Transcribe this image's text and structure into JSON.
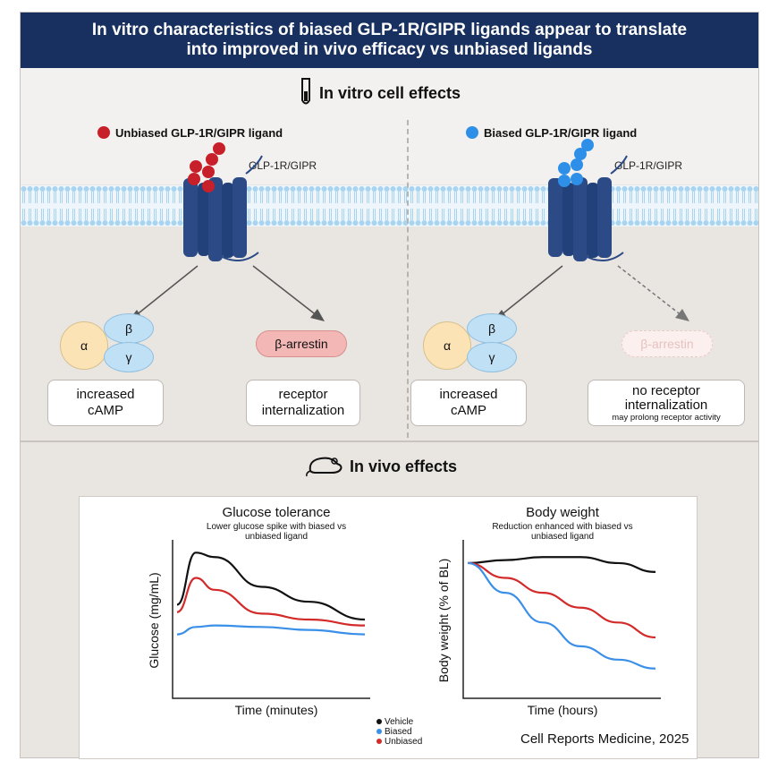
{
  "banner": {
    "line1": "In vitro characteristics of biased GLP-1R/GIPR ligands appear to translate",
    "line2": "into improved in vivo efficacy vs unbiased ligands"
  },
  "in_vitro": {
    "title": "In vitro cell effects",
    "left": {
      "ligand_label": "Unbiased GLP-1R/GIPR ligand",
      "ligand_color": "#c8202a",
      "receptor_label": "GLP-1R/GIPR",
      "alpha": "α",
      "beta": "β",
      "gamma": "γ",
      "arrestin_label": "β-arrestin",
      "camp_line1": "increased",
      "camp_line2": "cAMP",
      "effect_line1": "receptor",
      "effect_line2": "internalization"
    },
    "right": {
      "ligand_label": "Biased GLP-1R/GIPR ligand",
      "ligand_color": "#2e8fe8",
      "receptor_label": "GLP-1R/GIPR",
      "alpha": "α",
      "beta": "β",
      "gamma": "γ",
      "arrestin_label": "β-arrestin",
      "camp_line1": "increased",
      "camp_line2": "cAMP",
      "effect_line1": "no receptor",
      "effect_line2": "internalization",
      "effect_note": "may prolong receptor activity"
    }
  },
  "in_vivo": {
    "title": "In vivo effects"
  },
  "colors": {
    "banner": "#17305f",
    "receptor": "#2b4a86",
    "membrane": "#a9d4ef",
    "alpha": "#fbe3b5",
    "beta_gamma": "#bfe0f5",
    "arrestin": "#f3b8b6",
    "vehicle": "#111111",
    "biased": "#3a8fe8",
    "unbiased": "#d32a2a"
  },
  "chart_data": [
    {
      "type": "line",
      "title": "Glucose tolerance",
      "subtitle": "Lower glucose spike with biased vs unbiased ligand",
      "xlabel": "Time (minutes)",
      "ylabel": "Glucose (mg/mL)",
      "x": [
        0,
        0.1,
        0.2,
        0.45,
        0.7,
        1.0
      ],
      "ylim": [
        0,
        1
      ],
      "series": [
        {
          "name": "Vehicle",
          "color": "#111111",
          "values": [
            0.6,
            0.95,
            0.92,
            0.72,
            0.62,
            0.5
          ]
        },
        {
          "name": "Unbiased",
          "color": "#d32a2a",
          "values": [
            0.55,
            0.78,
            0.7,
            0.54,
            0.5,
            0.46
          ]
        },
        {
          "name": "Biased",
          "color": "#3a8fe8",
          "values": [
            0.4,
            0.45,
            0.46,
            0.45,
            0.43,
            0.4
          ]
        }
      ]
    },
    {
      "type": "line",
      "title": "Body weight",
      "subtitle": "Reduction enhanced with biased vs unbiased ligand",
      "xlabel": "Time (hours)",
      "ylabel": "Body weight (% of BL)",
      "x": [
        0,
        0.2,
        0.4,
        0.6,
        0.8,
        1.0
      ],
      "ylim": [
        0,
        1
      ],
      "series": [
        {
          "name": "Vehicle",
          "color": "#111111",
          "values": [
            0.88,
            0.9,
            0.92,
            0.92,
            0.88,
            0.82
          ]
        },
        {
          "name": "Unbiased",
          "color": "#d32a2a",
          "values": [
            0.88,
            0.78,
            0.68,
            0.58,
            0.48,
            0.38
          ]
        },
        {
          "name": "Biased",
          "color": "#3a8fe8",
          "values": [
            0.88,
            0.68,
            0.48,
            0.32,
            0.23,
            0.17
          ]
        }
      ]
    }
  ],
  "legend": [
    "Vehicle",
    "Biased",
    "Unbiased"
  ],
  "source": "Cell Reports Medicine, 2025"
}
